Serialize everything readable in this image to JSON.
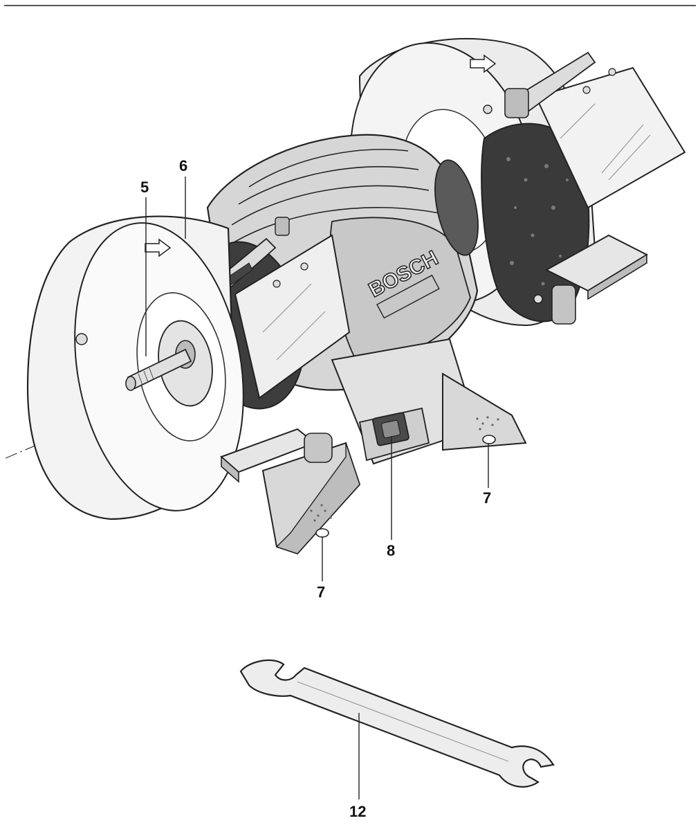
{
  "diagram": {
    "brand_label": "BOSCH",
    "callouts": [
      {
        "id": "c5",
        "label": "5"
      },
      {
        "id": "c6",
        "label": "6"
      },
      {
        "id": "c7a",
        "label": "7"
      },
      {
        "id": "c7b",
        "label": "7"
      },
      {
        "id": "c8",
        "label": "8"
      },
      {
        "id": "c12",
        "label": "12"
      }
    ]
  },
  "colors": {
    "line": "#222222",
    "shade_light": "#e9e9e9",
    "shade_mid": "#cfcfcf",
    "shade_dark": "#8c8c8c",
    "wheel_dark": "#3a3a3a"
  }
}
